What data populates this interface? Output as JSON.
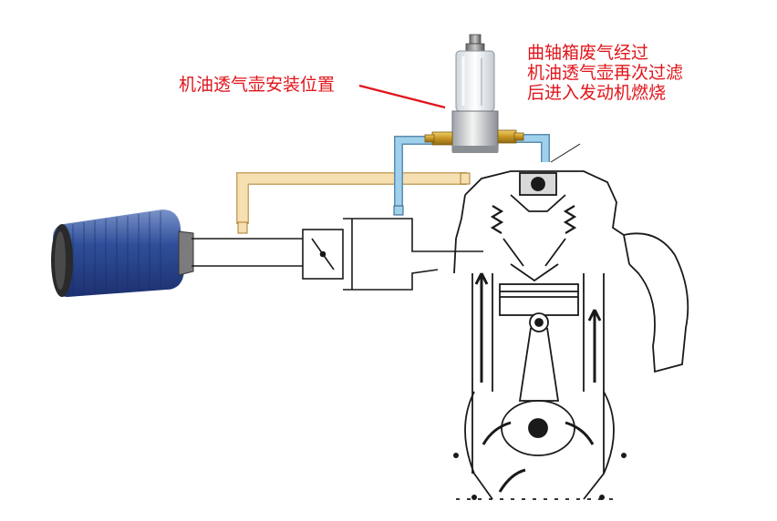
{
  "labels": {
    "install_position": "机油透气壶安装位置",
    "description_lines": [
      "曲轴箱废气经过",
      "机油透气壶再次过滤",
      "后进入发动机燃烧"
    ]
  },
  "colors": {
    "label_text": "#e0151b",
    "blue_hose": "#9fd0ec",
    "tan_hose": "#f6dfb0",
    "air_filter_blue": "#2f4f9a",
    "brass_fitting": "#d4a532",
    "engine_line": "#1a1a1a"
  },
  "icons": {
    "air_filter": "air-filter-icon",
    "catch_can": "oil-catch-can-icon",
    "throttle": "throttle-valve-icon",
    "engine": "engine-cross-section-icon"
  }
}
